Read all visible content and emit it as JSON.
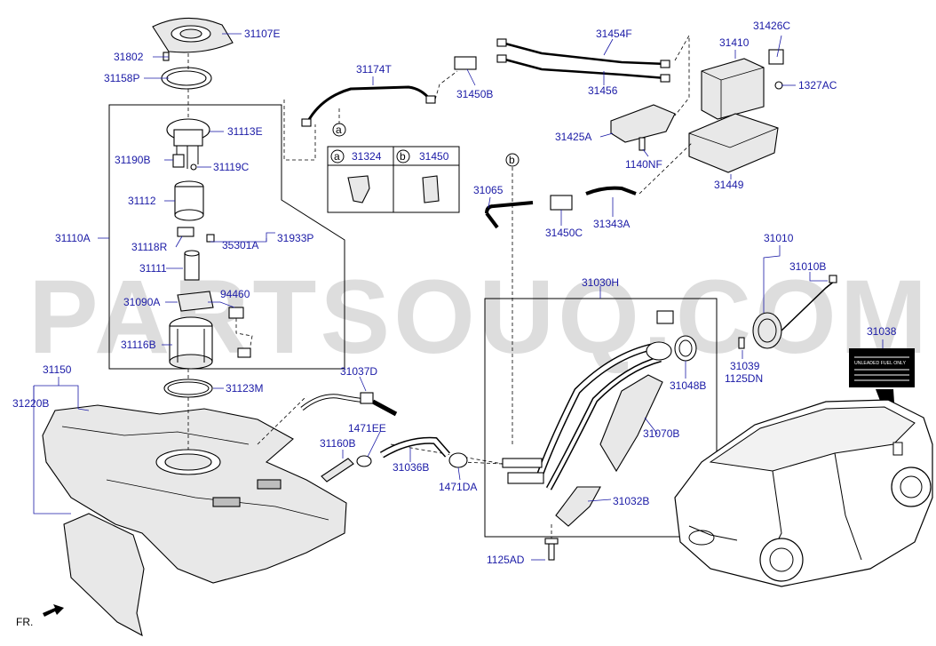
{
  "watermark": "PARTSOUQ.COM",
  "orientation": "FR.",
  "labels": {
    "p31107E": "31107E",
    "p31802": "31802",
    "p31158P": "31158P",
    "p31174T": "31174T",
    "p31450B": "31450B",
    "p31454F": "31454F",
    "p31456": "31456",
    "p31410": "31410",
    "p31426C": "31426C",
    "p1327AC": "1327AC",
    "p31113E": "31113E",
    "p31190B": "31190B",
    "p31119C": "31119C",
    "p31112": "31112",
    "p31110A": "31110A",
    "p31118R": "31118R",
    "p35301A": "35301A",
    "p31933P": "31933P",
    "p31111": "31111",
    "p31090A": "31090A",
    "p94460": "94460",
    "p31116B": "31116B",
    "p31425A": "31425A",
    "p1140NF": "1140NF",
    "p31449": "31449",
    "p31065": "31065",
    "p31450C": "31450C",
    "p31343A": "31343A",
    "p31010": "31010",
    "p31010B": "31010B",
    "p31030H": "31030H",
    "p31038": "31038",
    "p31039": "31039",
    "p1125DN": "1125DN",
    "p31048B": "31048B",
    "p31037D": "31037D",
    "p31150": "31150",
    "p31220B": "31220B",
    "p31123M": "31123M",
    "p1471EE": "1471EE",
    "p31160B": "31160B",
    "p31036B": "31036B",
    "p1471DA": "1471DA",
    "p31070B": "31070B",
    "p31032B": "31032B",
    "p1125AD": "1125AD"
  },
  "callouts": {
    "a": "a",
    "b": "b"
  },
  "inset_table": {
    "cols": [
      {
        "ref": "a",
        "part": "31324"
      },
      {
        "ref": "b",
        "part": "31450"
      }
    ]
  },
  "fuel_label_sticker": {
    "lines": [
      "UNLEADED FUEL ONLY"
    ]
  }
}
